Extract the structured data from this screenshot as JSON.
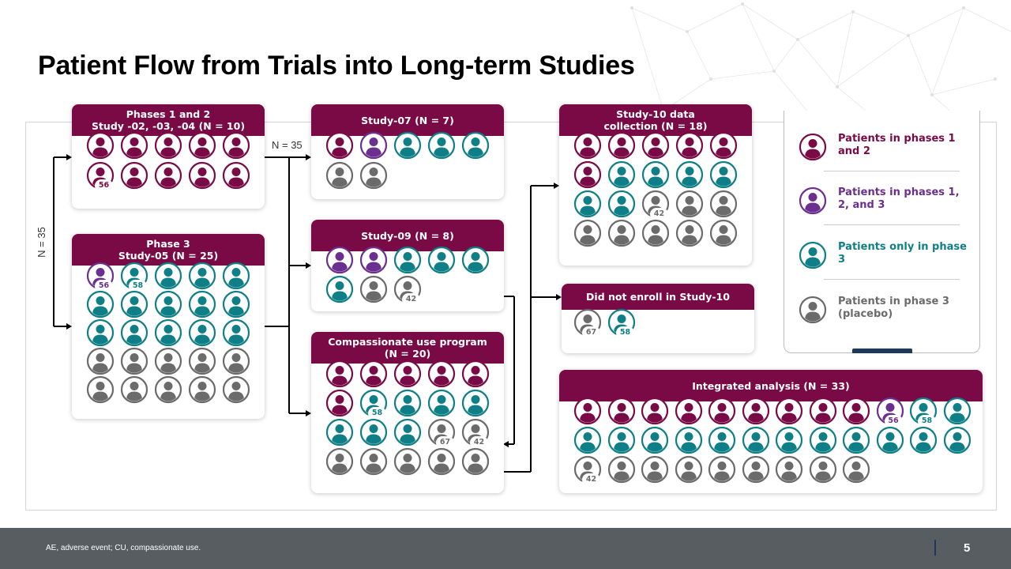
{
  "title": "Patient Flow from Trials into Long-term Studies",
  "colors": {
    "phase12": "#7a0a45",
    "phase123": "#6a2f8f",
    "phase3only": "#0e7f86",
    "placebo": "#6b6b6b",
    "header": "#7a0a45"
  },
  "icon": "person-circle-icon",
  "flow_labels": {
    "top": "N = 35",
    "left": "N = 35"
  },
  "boxes": [
    {
      "id": "phases12",
      "header": [
        "Phases 1 and 2",
        "Study -02, -03, -04 (N = 10)"
      ],
      "patients": [
        {
          "g": "phase12"
        },
        {
          "g": "phase12"
        },
        {
          "g": "phase12"
        },
        {
          "g": "phase12"
        },
        {
          "g": "phase12"
        },
        {
          "g": "phase12",
          "tag": "56"
        },
        {
          "g": "phase12"
        },
        {
          "g": "phase12"
        },
        {
          "g": "phase12"
        },
        {
          "g": "phase12"
        }
      ]
    },
    {
      "id": "phase3",
      "header": [
        "Phase 3",
        "Study-05 (N = 25)"
      ],
      "patients": [
        {
          "g": "phase123",
          "tag": "56"
        },
        {
          "g": "phase3only",
          "tag": "58"
        },
        {
          "g": "phase3only"
        },
        {
          "g": "phase3only"
        },
        {
          "g": "phase3only"
        },
        {
          "g": "phase3only"
        },
        {
          "g": "phase3only"
        },
        {
          "g": "phase3only"
        },
        {
          "g": "phase3only"
        },
        {
          "g": "phase3only"
        },
        {
          "g": "phase3only"
        },
        {
          "g": "phase3only"
        },
        {
          "g": "phase3only"
        },
        {
          "g": "phase3only"
        },
        {
          "g": "phase3only"
        },
        {
          "g": "placebo"
        },
        {
          "g": "placebo"
        },
        {
          "g": "placebo"
        },
        {
          "g": "placebo"
        },
        {
          "g": "placebo"
        },
        {
          "g": "placebo"
        },
        {
          "g": "placebo"
        },
        {
          "g": "placebo"
        },
        {
          "g": "placebo"
        },
        {
          "g": "placebo"
        }
      ]
    },
    {
      "id": "study07",
      "header": [
        "Study-07 (N = 7)"
      ],
      "patients": [
        {
          "g": "phase12"
        },
        {
          "g": "phase123"
        },
        {
          "g": "phase3only"
        },
        {
          "g": "phase3only"
        },
        {
          "g": "phase3only"
        },
        {
          "g": "placebo"
        },
        {
          "g": "placebo"
        }
      ]
    },
    {
      "id": "study09",
      "header": [
        "Study-09 (N = 8)"
      ],
      "patients": [
        {
          "g": "phase123"
        },
        {
          "g": "phase123"
        },
        {
          "g": "phase3only"
        },
        {
          "g": "phase3only"
        },
        {
          "g": "phase3only"
        },
        {
          "g": "phase3only"
        },
        {
          "g": "placebo"
        },
        {
          "g": "placebo",
          "tag": "42"
        }
      ]
    },
    {
      "id": "cup",
      "header": [
        "Compassionate use program",
        "(N = 20)"
      ],
      "patients": [
        {
          "g": "phase12"
        },
        {
          "g": "phase12"
        },
        {
          "g": "phase12"
        },
        {
          "g": "phase12"
        },
        {
          "g": "phase12"
        },
        {
          "g": "phase12"
        },
        {
          "g": "phase3only",
          "tag": "58"
        },
        {
          "g": "phase3only"
        },
        {
          "g": "phase3only"
        },
        {
          "g": "phase3only"
        },
        {
          "g": "phase3only"
        },
        {
          "g": "phase3only"
        },
        {
          "g": "phase3only"
        },
        {
          "g": "placebo",
          "tag": "67"
        },
        {
          "g": "placebo",
          "tag": "42"
        },
        {
          "g": "placebo"
        },
        {
          "g": "placebo"
        },
        {
          "g": "placebo"
        },
        {
          "g": "placebo"
        },
        {
          "g": "placebo"
        }
      ]
    },
    {
      "id": "study10",
      "header": [
        "Study-10 data",
        "collection (N = 18)"
      ],
      "patients": [
        {
          "g": "phase12"
        },
        {
          "g": "phase12"
        },
        {
          "g": "phase12"
        },
        {
          "g": "phase12"
        },
        {
          "g": "phase12"
        },
        {
          "g": "phase12"
        },
        {
          "g": "phase3only"
        },
        {
          "g": "phase3only"
        },
        {
          "g": "phase3only"
        },
        {
          "g": "phase3only"
        },
        {
          "g": "phase3only"
        },
        {
          "g": "phase3only"
        },
        {
          "g": "placebo",
          "tag": "42"
        },
        {
          "g": "placebo"
        },
        {
          "g": "placebo"
        },
        {
          "g": "placebo"
        },
        {
          "g": "placebo"
        },
        {
          "g": "placebo"
        },
        {
          "g": "placebo"
        },
        {
          "g": "placebo"
        }
      ]
    },
    {
      "id": "notenroll",
      "header": [
        "Did not enroll in Study-10"
      ],
      "patients": [
        {
          "g": "placebo",
          "tag": "67"
        },
        {
          "g": "phase3only",
          "tag": "58"
        }
      ]
    },
    {
      "id": "integrated",
      "header": [
        "Integrated analysis (N = 33)"
      ],
      "patients": [
        {
          "g": "phase12"
        },
        {
          "g": "phase12"
        },
        {
          "g": "phase12"
        },
        {
          "g": "phase12"
        },
        {
          "g": "phase12"
        },
        {
          "g": "phase12"
        },
        {
          "g": "phase12"
        },
        {
          "g": "phase12"
        },
        {
          "g": "phase12"
        },
        {
          "g": "phase123",
          "tag": "56"
        },
        {
          "g": "phase3only",
          "tag": "58"
        },
        {
          "g": "phase3only"
        },
        {
          "g": "phase3only"
        },
        {
          "g": "phase3only"
        },
        {
          "g": "phase3only"
        },
        {
          "g": "phase3only"
        },
        {
          "g": "phase3only"
        },
        {
          "g": "phase3only"
        },
        {
          "g": "phase3only"
        },
        {
          "g": "phase3only"
        },
        {
          "g": "phase3only"
        },
        {
          "g": "phase3only"
        },
        {
          "g": "phase3only"
        },
        {
          "g": "phase3only"
        },
        {
          "g": "placebo",
          "tag": "42"
        },
        {
          "g": "placebo"
        },
        {
          "g": "placebo"
        },
        {
          "g": "placebo"
        },
        {
          "g": "placebo"
        },
        {
          "g": "placebo"
        },
        {
          "g": "placebo"
        },
        {
          "g": "placebo"
        },
        {
          "g": "placebo"
        }
      ]
    }
  ],
  "legend": [
    {
      "g": "phase12",
      "text": "Patients in phases 1 and 2"
    },
    {
      "g": "phase123",
      "text": "Patients in phases 1, 2, and 3"
    },
    {
      "g": "phase3only",
      "text": "Patients only in phase 3"
    },
    {
      "g": "placebo",
      "text": "Patients in phase 3 (placebo)"
    }
  ],
  "footer": {
    "footnote": "AE, adverse event; CU, compassionate use.",
    "page": "5"
  }
}
